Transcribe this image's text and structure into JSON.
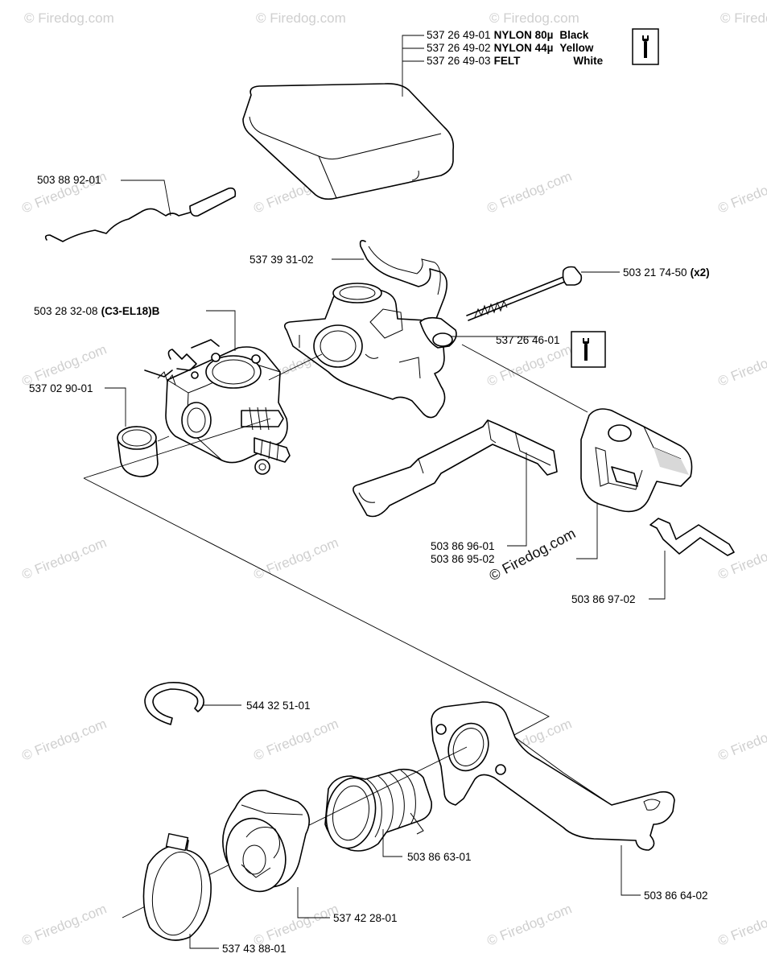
{
  "watermarks": {
    "text": "© Firedog.com",
    "center": "© Firedog.com"
  },
  "labels": {
    "filter_01_num": "537 26 49-01",
    "filter_01_mat": "NYLON 80µ",
    "filter_01_color": "Black",
    "filter_02_num": "537 26 49-02",
    "filter_02_mat": "NYLON 44µ",
    "filter_02_color": "Yellow",
    "filter_03_num": "537 26 49-03",
    "filter_03_mat": "FELT",
    "filter_03_color": "White",
    "choke_rod": "503 88 92-01",
    "gasket_frame": "537 39 31-02",
    "bolt_num": "503 21 74-50",
    "bolt_qty": "(x2)",
    "carb_num": "503 28 32-08",
    "carb_model": "(C3-EL18)B",
    "air_housing": "537 26 46-01",
    "sleeve": "537 02 90-01",
    "lever_1": "503 86 96-01",
    "lever_2": "503 86 95-02",
    "spring": "503 86 97-02",
    "ring": "544 32 51-01",
    "intake": "503 86 63-01",
    "bracket": "503 86 64-02",
    "boot": "537 42 28-01",
    "clamp": "537 43 88-01"
  }
}
